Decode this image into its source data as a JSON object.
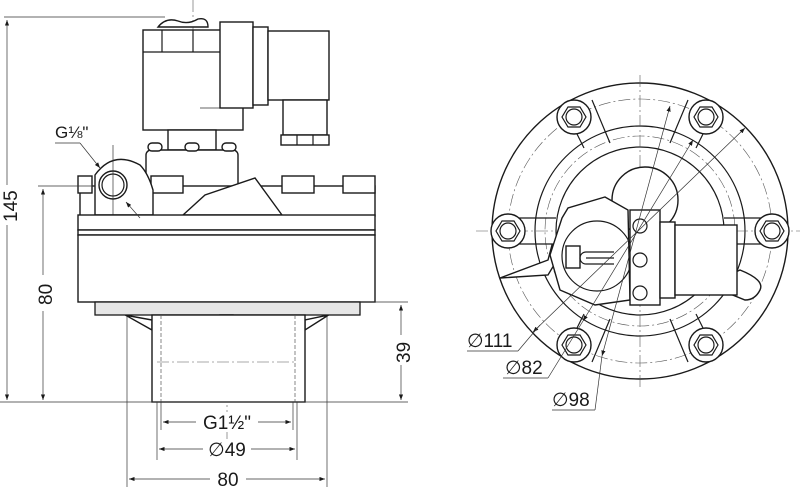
{
  "side_view": {
    "overall_height": "145",
    "body_height": "80",
    "outlet_height": "39",
    "pilot_port": "G⅛\"",
    "outlet_thread": "G1½\"",
    "outlet_diameter": "∅49",
    "outlet_flange_width": "80"
  },
  "top_view": {
    "dia_outer": "∅111",
    "dia_inner": "∅82",
    "dia_bolt_circle": "∅98"
  }
}
